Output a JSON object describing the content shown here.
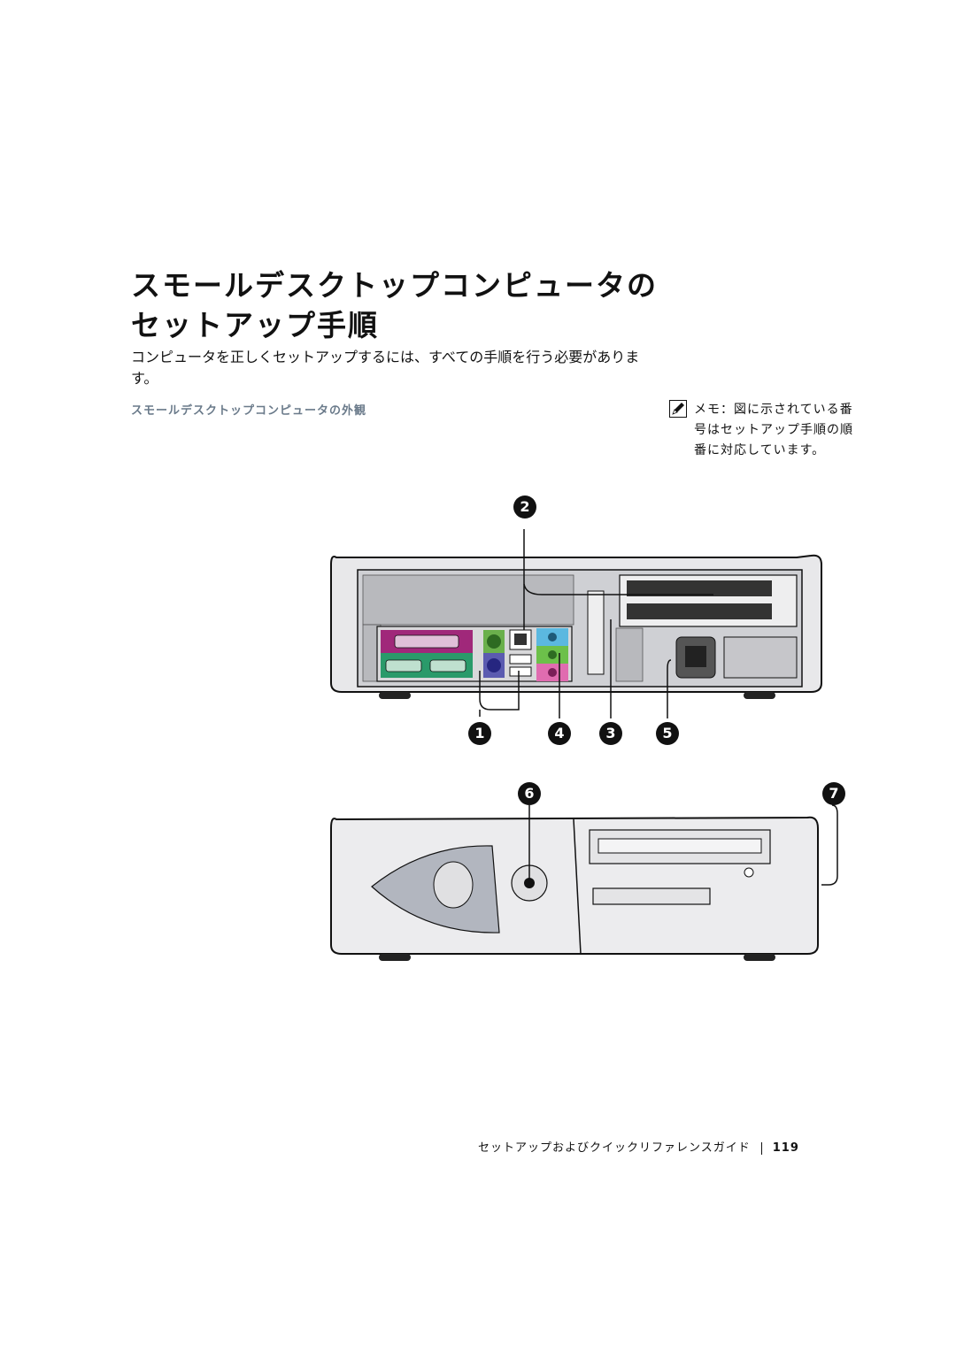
{
  "page": {
    "title_line1": "スモールデスクトップコンピュータの",
    "title_line2": "セットアップ手順",
    "intro": "コンピュータを正しくセットアップするには、すべての手順を行う必要があります。",
    "figure_caption": "スモールデスクトップコンピュータの外観"
  },
  "note": {
    "label": "メモ：",
    "text": "図に示されている番号はセットアップ手順の順番に対応しています。",
    "icon": "pencil-note-icon"
  },
  "callouts": {
    "c1": "1",
    "c2": "2",
    "c3": "3",
    "c4": "4",
    "c5": "5",
    "c6": "6",
    "c7": "7"
  },
  "footer": {
    "book_title": "セットアップおよびクイックリファレンスガイド",
    "page_number": "119"
  },
  "colors": {
    "parallel_port": "#a0287a",
    "serial_ports": "#2a9a6a",
    "ps2_mouse": "#6ab04c",
    "ps2_keyboard": "#5b5bb0",
    "audio_line_in": "#5bb8e0",
    "audio_line_out": "#6cc04a",
    "audio_mic": "#e06cb0"
  }
}
